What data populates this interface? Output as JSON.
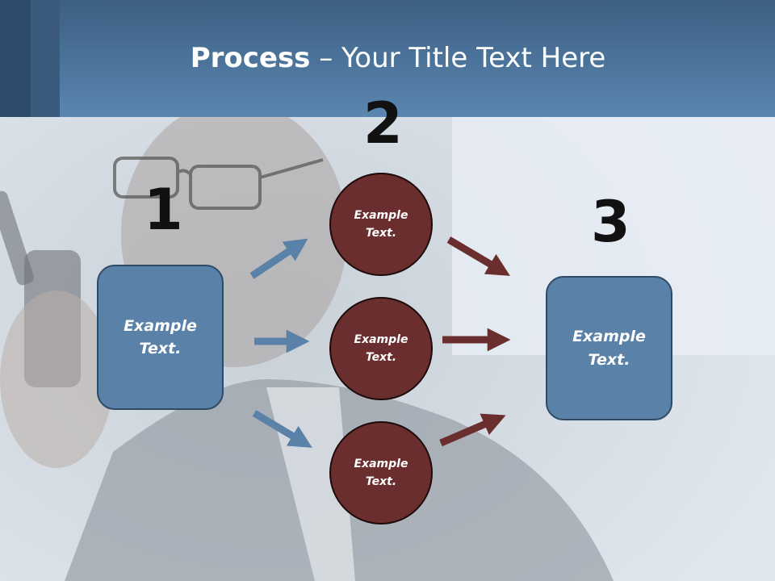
{
  "slide": {
    "title_bold": "Process",
    "title_rest": " – Your Title Text Here"
  },
  "steps": {
    "n1": "1",
    "n2": "2",
    "n3": "3"
  },
  "boxes": {
    "left": "Example\nText.",
    "right": "Example\nText."
  },
  "circles": [
    "Example\nText.",
    "Example\nText.",
    "Example\nText."
  ],
  "colors": {
    "header": "#4f7aa3",
    "box": "#5a81a8",
    "circle": "#6b2e2e",
    "arrow_blue": "#5a81a8",
    "arrow_red": "#6b2e2e"
  }
}
